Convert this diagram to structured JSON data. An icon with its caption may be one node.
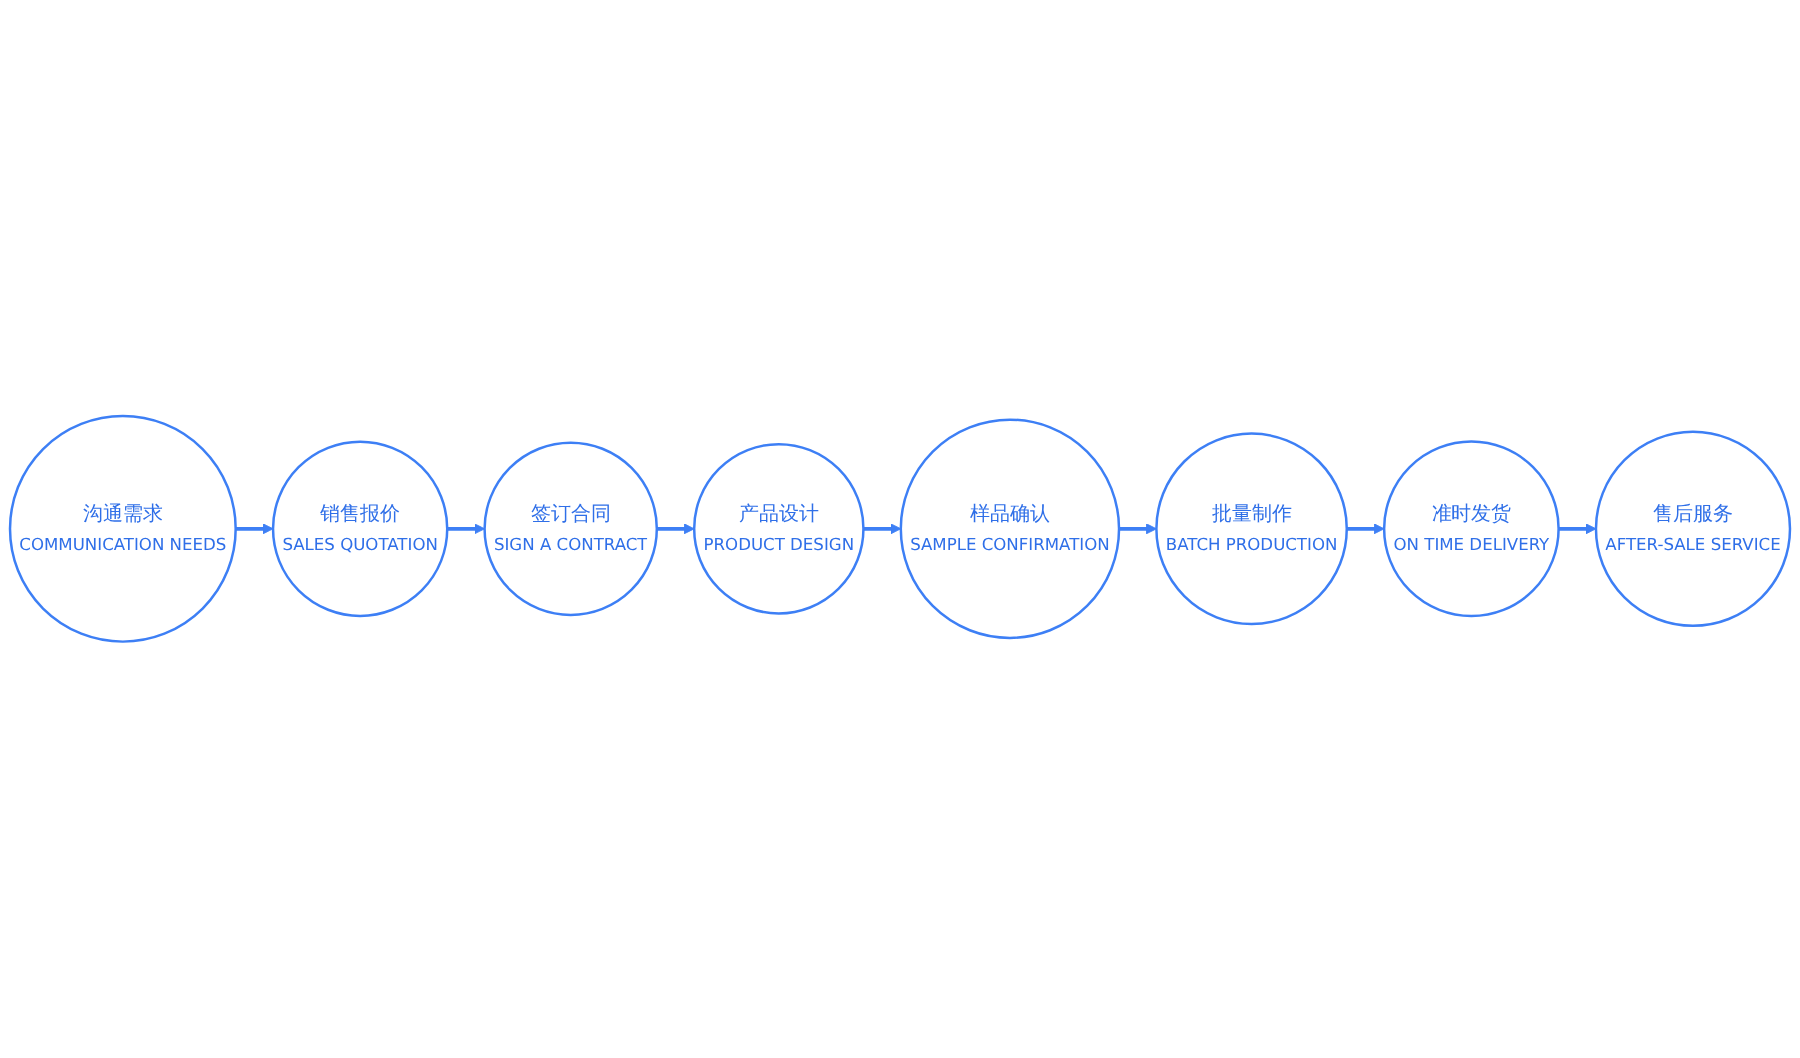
{
  "diagram": {
    "nodes": [
      {
        "text": [
          "沟通需求",
          "COMMUNICATION NEEDS"
        ]
      },
      {
        "text": [
          "销售报价",
          "SALES QUOTATION"
        ]
      },
      {
        "text": [
          "签订合同",
          "SIGN A CONTRACT"
        ]
      },
      {
        "text": [
          "产品设计",
          "PRODUCT DESIGN"
        ]
      },
      {
        "text": [
          "售后服务",
          "AFTER-SALE SERVICE"
        ]
      },
      {
        "text": [
          "准时发货",
          "ON TIME DELIVERY"
        ]
      },
      {
        "text": [
          "批量制作",
          "BATCH PRODUCTION"
        ]
      },
      {
        "text": [
          "样品确认",
          "SAMPLE CONFIRMATION"
        ]
      }
    ],
    "edges": [
      {
        "from": 0,
        "to": 1,
        "arrow": "to"
      },
      {
        "from": 1,
        "to": 2,
        "arrow": "to"
      },
      {
        "from": 2,
        "to": 3,
        "arrow": "to"
      },
      {
        "from": 3,
        "to": 7,
        "arrow": "to"
      },
      {
        "from": 7,
        "to": 6,
        "arrow": "to"
      },
      {
        "from": 6,
        "to": 5,
        "arrow": "to"
      },
      {
        "from": 5,
        "to": 4,
        "arrow": "to"
      }
    ]
  }
}
